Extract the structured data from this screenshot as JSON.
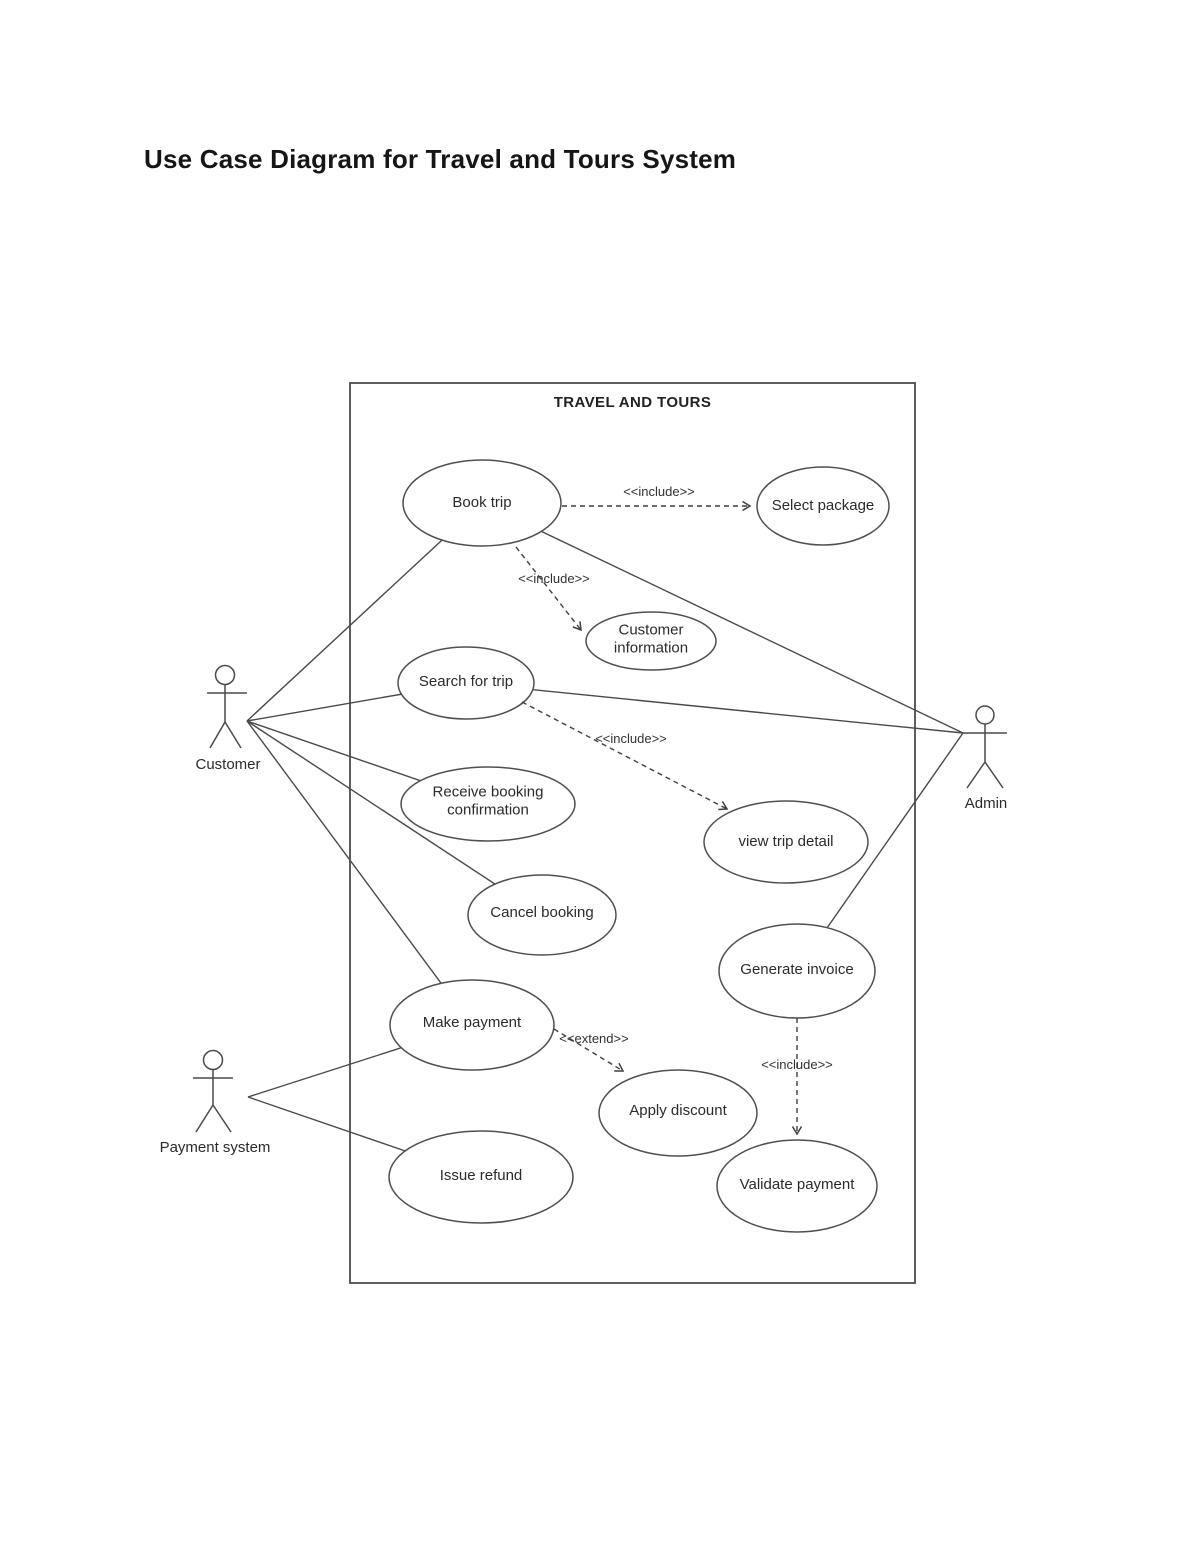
{
  "title": "Use Case Diagram for Travel and Tours System",
  "system": {
    "label": "TRAVEL AND TOURS"
  },
  "actors": [
    {
      "id": "customer",
      "name": "Customer"
    },
    {
      "id": "admin",
      "name": "Admin"
    },
    {
      "id": "payment-system",
      "name": "Payment system"
    }
  ],
  "use_cases": [
    {
      "id": "book-trip",
      "label": "Book trip"
    },
    {
      "id": "select-package",
      "label": "Select package"
    },
    {
      "id": "customer-information",
      "label": "Customer information"
    },
    {
      "id": "search-for-trip",
      "label": "Search for trip"
    },
    {
      "id": "receive-booking-confirmation",
      "label": "Receive booking confirmation"
    },
    {
      "id": "cancel-booking",
      "label": "Cancel booking"
    },
    {
      "id": "view-trip-detail",
      "label": "view trip detail"
    },
    {
      "id": "generate-invoice",
      "label": "Generate invoice"
    },
    {
      "id": "make-payment",
      "label": "Make payment"
    },
    {
      "id": "apply-discount",
      "label": "Apply discount"
    },
    {
      "id": "issue-refund",
      "label": "Issue refund"
    },
    {
      "id": "validate-payment",
      "label": "Validate payment"
    }
  ],
  "connectors": [
    {
      "from": "Book trip",
      "to": "Select package",
      "type": "include",
      "stereotype": "<<include>>"
    },
    {
      "from": "Book trip",
      "to": "Customer information",
      "type": "include",
      "stereotype": "<<include>>"
    },
    {
      "from": "Search for trip",
      "to": "view trip detail",
      "type": "include",
      "stereotype": "<<include>>"
    },
    {
      "from": "Make payment",
      "to": "Apply discount",
      "type": "extend",
      "stereotype": "<<extend>>"
    },
    {
      "from": "Generate invoice",
      "to": "Validate payment",
      "type": "include",
      "stereotype": "<<include>>"
    }
  ],
  "associations": [
    {
      "actor": "Customer",
      "use_case": "Book trip"
    },
    {
      "actor": "Customer",
      "use_case": "Search for trip"
    },
    {
      "actor": "Customer",
      "use_case": "Receive booking confirmation"
    },
    {
      "actor": "Customer",
      "use_case": "Cancel booking"
    },
    {
      "actor": "Customer",
      "use_case": "Make payment"
    },
    {
      "actor": "Admin",
      "use_case": "Book trip"
    },
    {
      "actor": "Admin",
      "use_case": "Search for trip"
    },
    {
      "actor": "Admin",
      "use_case": "Generate invoice"
    },
    {
      "actor": "Payment system",
      "use_case": "Make payment"
    },
    {
      "actor": "Payment system",
      "use_case": "Issue refund"
    }
  ]
}
